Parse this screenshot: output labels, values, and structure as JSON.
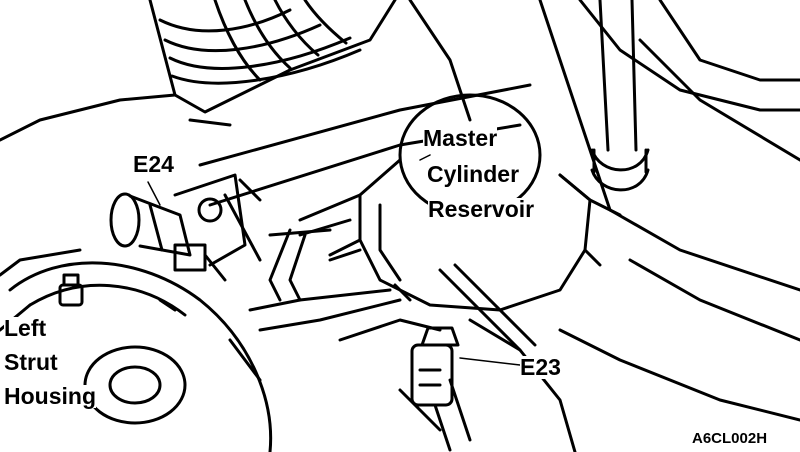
{
  "labels": {
    "reservoir": [
      "Master",
      "Cylinder",
      "Reservoir"
    ],
    "e24": "E24",
    "e23": "E23",
    "strut": [
      "Left",
      "Strut",
      "Housing"
    ],
    "code": "A6CL002H"
  },
  "colors": {
    "ink": "#000000",
    "paper": "#ffffff"
  }
}
